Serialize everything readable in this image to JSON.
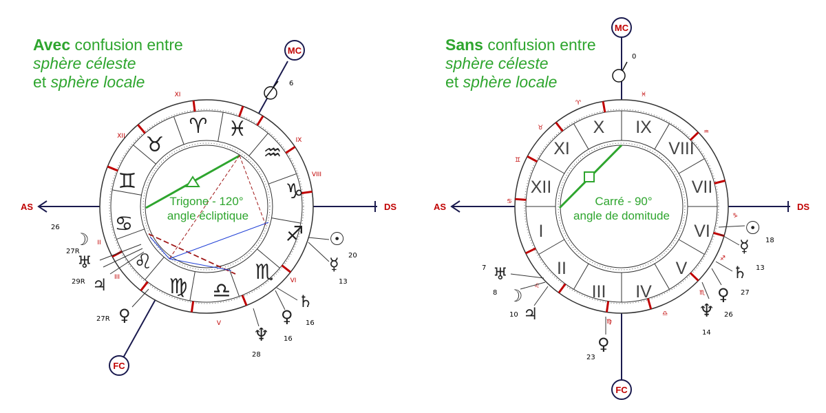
{
  "left": {
    "heading": {
      "line1_bold": "Avec",
      "line1_rest": " confusion entre",
      "line2": "sphère céleste",
      "line3_pre": "et ",
      "line3_it": "sphère locale"
    },
    "caption": [
      "Trigone - 120°",
      "angle écliptique"
    ],
    "aspect_symbol": "△",
    "axes": {
      "as": "AS",
      "ds": "DS",
      "mc": "MC",
      "fc": "FC"
    },
    "houses": [
      "XI",
      "XII",
      "II",
      "III",
      "V",
      "VI",
      "VIII",
      "IX"
    ],
    "signs": [
      "♉",
      "♈",
      "♓",
      "♒",
      "♑",
      "♐",
      "♏",
      "♎",
      "♍",
      "♌",
      "♋",
      "♊"
    ],
    "planets": [
      {
        "glyph": "♂",
        "deg": "6"
      },
      {
        "glyph": "☽",
        "deg": "26"
      },
      {
        "glyph": "♅",
        "deg": "27R"
      },
      {
        "glyph": "♃",
        "deg": "29R"
      },
      {
        "glyph": "♀",
        "deg": "27R"
      },
      {
        "glyph": "☉",
        "deg": "20"
      },
      {
        "glyph": "☿",
        "deg": "13"
      },
      {
        "glyph": "♄",
        "deg": "16"
      },
      {
        "glyph": "♀",
        "deg": "16"
      },
      {
        "glyph": "♆",
        "deg": "28"
      }
    ]
  },
  "right": {
    "heading": {
      "line1_bold": "Sans",
      "line1_rest": " confusion entre",
      "line2": "sphère céleste",
      "line3_pre": "et ",
      "line3_it": "sphère locale"
    },
    "caption": [
      "Carré - 90°",
      "angle de domitude"
    ],
    "aspect_symbol": "□",
    "axes": {
      "as": "AS",
      "ds": "DS",
      "mc": "MC",
      "fc": "FC"
    },
    "houses": [
      "X",
      "IX",
      "VIII",
      "VII",
      "VI",
      "V",
      "IV",
      "III",
      "II",
      "I",
      "XII",
      "XI"
    ],
    "signs": [
      "♓",
      "♈",
      "♒",
      "♉",
      "♊",
      "♋",
      "♑",
      "♐",
      "♏",
      "♎",
      "♍",
      "♌"
    ],
    "planets": [
      {
        "glyph": "♂",
        "deg": "0"
      },
      {
        "glyph": "☉",
        "deg": "18"
      },
      {
        "glyph": "☿",
        "deg": "13"
      },
      {
        "glyph": "♄",
        "deg": "27"
      },
      {
        "glyph": "♀",
        "deg": "26"
      },
      {
        "glyph": "♆",
        "deg": "14"
      },
      {
        "glyph": "♀",
        "deg": "23"
      },
      {
        "glyph": "♅",
        "deg": "7"
      },
      {
        "glyph": "☽",
        "deg": "8"
      },
      {
        "glyph": "♃",
        "deg": "10"
      }
    ]
  },
  "colors": {
    "green": "#2ea52e",
    "navy": "#1a1a4e",
    "red": "#c00000",
    "blue": "#1f3fd6",
    "darkred": "#a01818"
  }
}
